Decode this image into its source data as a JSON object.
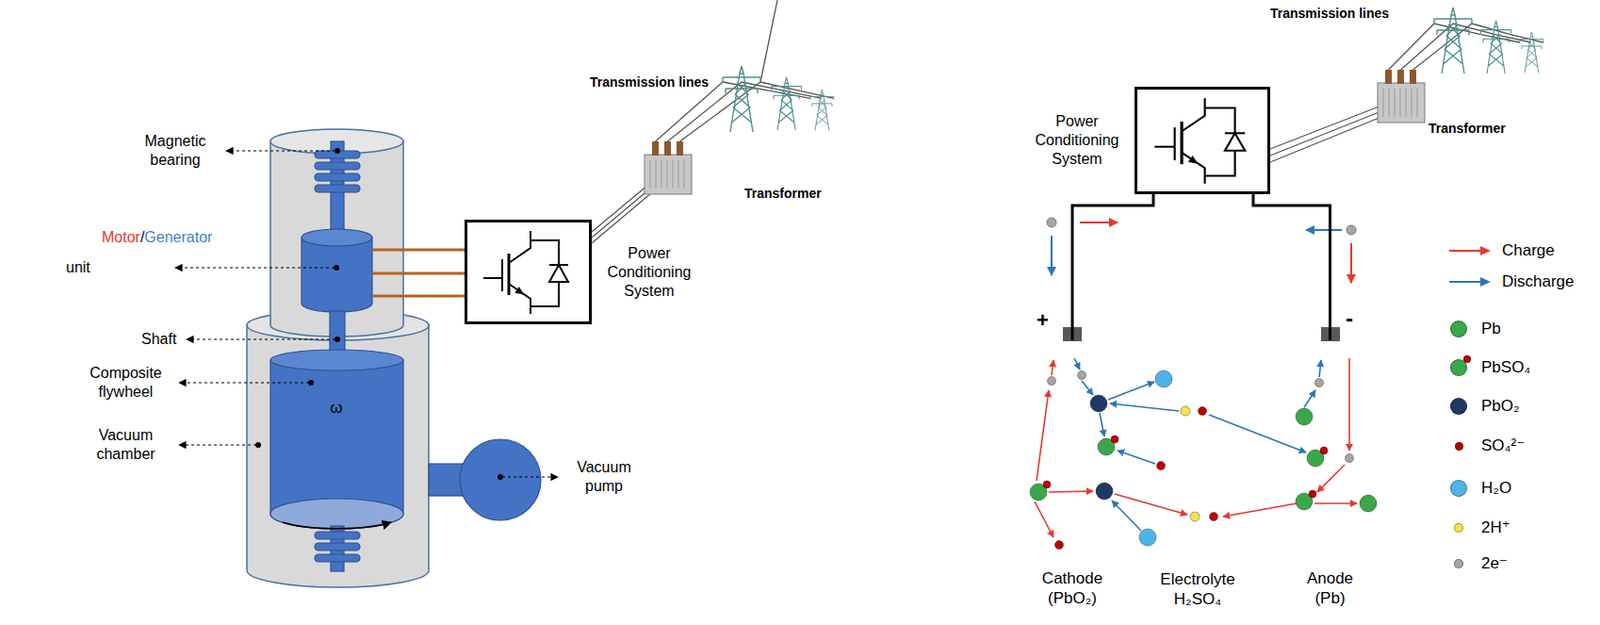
{
  "diagram": {
    "nodes": [
      {
        "text": [
          "Power Conditioning System"
        ]
      },
      {
        "text": [
          "Power Conditioning System"
        ]
      },
      {
        "text": [
          "Electrolyte H₂SO₄"
        ]
      },
      {
        "text": [
          "Cathode (PbO₂)"
        ],
        "in": 2
      },
      {
        "text": [
          "Anode (Pb)"
        ],
        "in": 2
      }
    ],
    "edges": [
      {
        "from": 1,
        "to": 3,
        "arrow": "none"
      },
      {
        "from": 1,
        "to": 4,
        "arrow": "none"
      }
    ],
    "labels": [
      "Magnetic bearing",
      "Motor",
      "/",
      "Generator",
      "unit",
      "Shaft",
      "Composite flywheel",
      "Vacuum chamber",
      "ω",
      "Vacuum pump",
      "Transmission lines",
      "Transformer",
      "Transmission lines",
      "Transformer",
      "+",
      "-"
    ],
    "legend": [
      {
        "text": "Charge"
      },
      {
        "text": "Discharge"
      },
      {
        "text": "Pb",
        "color": "#3aa84a"
      },
      {
        "text": "PbSO₄",
        "color": "#3aa84a"
      },
      {
        "text": "PbO₂",
        "color": "#1f3864"
      },
      {
        "text": "SO₄²⁻",
        "color": "#c00000"
      },
      {
        "text": "H₂O",
        "color": "#4fb3e8"
      },
      {
        "text": "2H⁺",
        "color": "#f2e64a"
      },
      {
        "text": "2e⁻",
        "color": "#a6a6a6"
      }
    ]
  }
}
